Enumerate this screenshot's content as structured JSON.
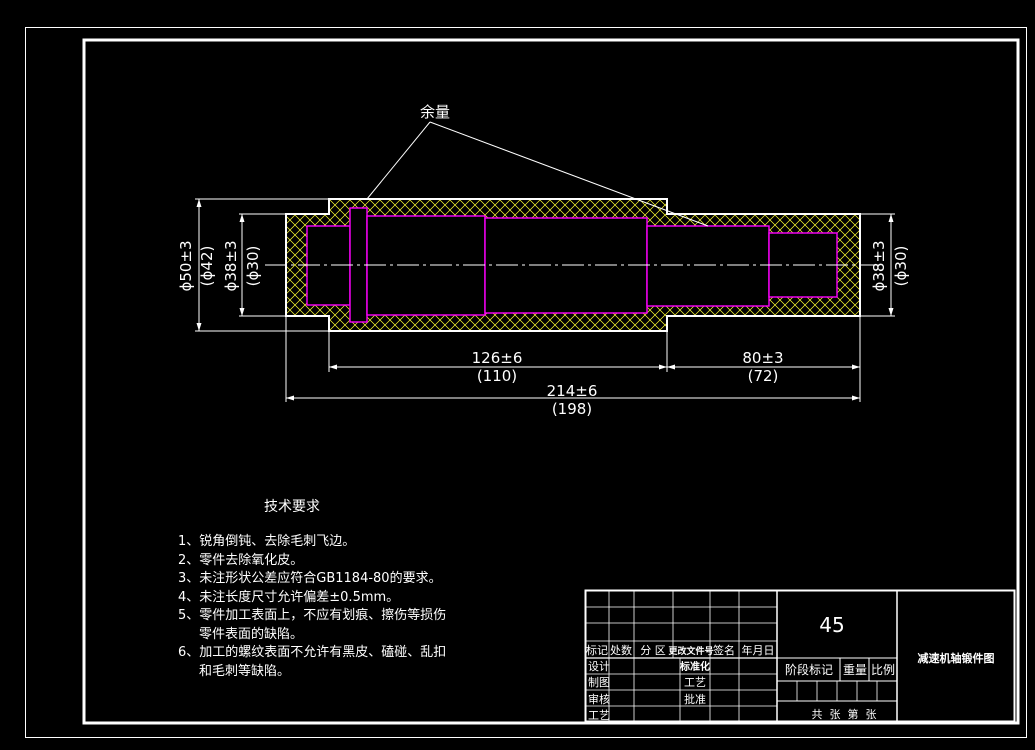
{
  "drawing": {
    "title": "减速机轴锻件图",
    "material": "45",
    "allowance_label": "余量"
  },
  "dimensions": {
    "overall": {
      "tol": "214±6",
      "nominal": "(198)"
    },
    "left_section": {
      "tol": "126±6",
      "nominal": "(110)"
    },
    "right_section": {
      "tol": "80±3",
      "nominal": "(72)"
    },
    "dia_outer_left": {
      "tol": "ϕ50±3",
      "nominal": "(ϕ42)"
    },
    "dia_end_left": {
      "tol": "ϕ38±3",
      "nominal": "(ϕ30)"
    },
    "dia_end_right": {
      "tol": "ϕ38±3",
      "nominal": "(ϕ30)"
    }
  },
  "requirements": {
    "title": "技术要求",
    "items": [
      "1、锐角倒钝、去除毛刺飞边。",
      "2、零件去除氧化皮。",
      "3、未注形状公差应符合GB1184-80的要求。",
      "4、未注长度尺寸允许偏差±0.5mm。",
      "5、零件加工表面上，不应有划痕、擦伤等损伤",
      "零件表面的缺陷。",
      "6、加工的螺纹表面不允许有黑皮、磕碰、乱扣",
      "和毛刺等缺陷。"
    ]
  },
  "title_block": {
    "header": [
      "标记",
      "处数",
      "分 区",
      "更改文件号",
      "签名",
      "年月日"
    ],
    "rows": [
      "设计",
      "制图",
      "审核",
      "工艺"
    ],
    "mid": [
      "标准化",
      "工艺",
      "批准"
    ],
    "stage_label": "阶段标记",
    "weight_label": "重量",
    "scale_label": "比例",
    "sheet_info": "共  张  第  张"
  },
  "colors": {
    "outline": "#ffffff",
    "part_profile": "#ff00ff",
    "hatch": "#ffff33",
    "background": "#000000"
  }
}
